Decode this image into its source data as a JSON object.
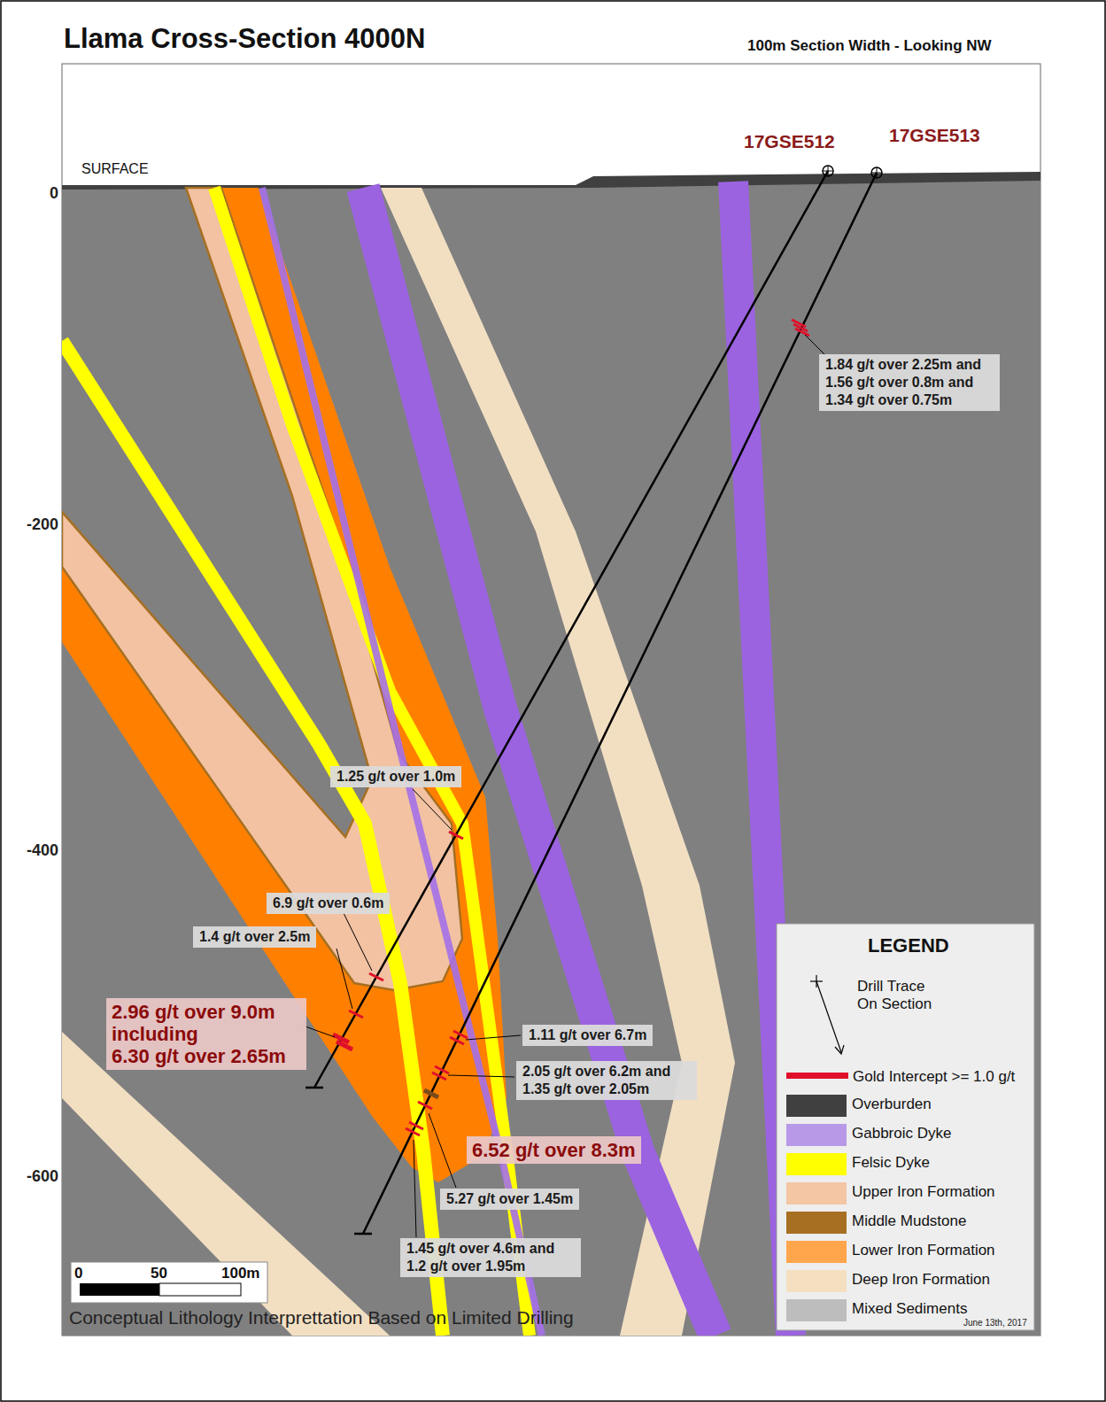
{
  "diagram": {
    "title": "Llama Cross-Section 4000N",
    "caption": "Conceptual Lithology Interprettation Based on Limited Drilling",
    "nodes": [
      {
        "text": [
          "1.84 g/t over 2.25m and 1.56 g/t over 0.8m and 1.34 g/t over 0.75m"
        ]
      },
      {
        "text": [
          "1.25 g/t over 1.0m"
        ]
      },
      {
        "text": [
          "6.9 g/t over 0.6m"
        ]
      },
      {
        "text": [
          "1.4 g/t over 2.5m"
        ]
      },
      {
        "text": [
          "2.96 g/t over 9.0m including",
          "6.30 g/t over 2.65m"
        ]
      },
      {
        "text": [
          "1.11 g/t over 6.7m"
        ]
      },
      {
        "text": [
          "2.05 g/t over 6.2m and 1.35 g/t over 2.05m"
        ]
      },
      {
        "text": [
          "6.52 g/t over 8.3m"
        ]
      },
      {
        "text": [
          "5.27 g/t over 1.45m"
        ]
      },
      {
        "text": [
          "1.45 g/t over 4.6m and 1.2 g/t over 1.95m"
        ]
      }
    ],
    "labels": [
      "100m Section Width - Looking NW",
      "SURFACE",
      "0",
      "-200",
      "-400",
      "-600",
      "17GSE512",
      "17GSE513",
      "LEGEND",
      "0",
      "50",
      "100m",
      "June 13th, 2017"
    ],
    "legend": [
      {
        "text": "Drill Trace On Section"
      },
      {
        "text": "Gold Intercept >= 1.0 g/t"
      },
      {
        "text": "Overburden",
        "color": "#404040"
      },
      {
        "text": "Gabbroic Dyke",
        "color": "#b799e8"
      },
      {
        "text": "Felsic Dyke",
        "color": "#ffff00"
      },
      {
        "text": "Upper Iron Formation",
        "color": "#f4c6a4"
      },
      {
        "text": "Middle Mudstone",
        "color": "#a66f22"
      },
      {
        "text": "Lower Iron Formation",
        "color": "#ffa64d"
      },
      {
        "text": "Deep Iron Formation",
        "color": "#f5dfc1"
      },
      {
        "text": "Mixed Sediments",
        "color": "#bdbdbd"
      }
    ]
  }
}
